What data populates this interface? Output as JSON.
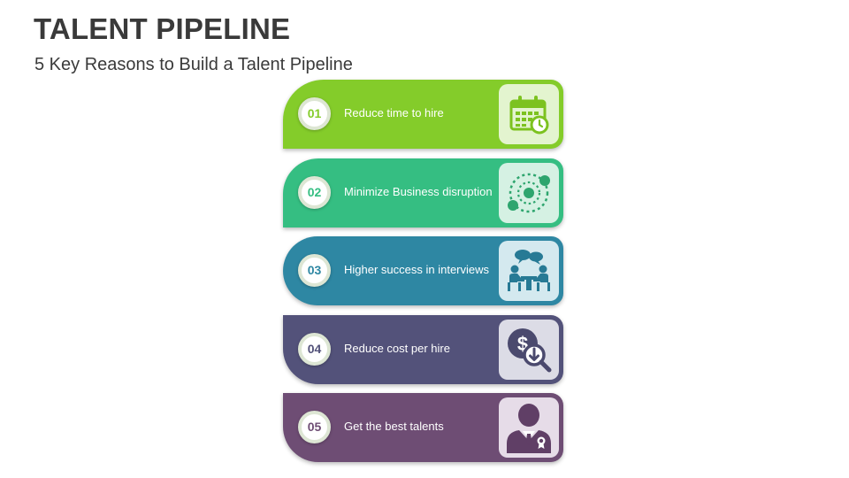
{
  "title": "TALENT PIPELINE",
  "subtitle": "5 Key Reasons to Build a Talent Pipeline",
  "steps": [
    {
      "number": "01",
      "label": "Reduce time to hire",
      "icon": "calendar-clock-icon",
      "color": "#84cc2a",
      "box": "#e3f4cf",
      "iconColor": "#7cc21f"
    },
    {
      "number": "02",
      "label": "Minimize Business disruption",
      "icon": "orbit-dots-icon",
      "color": "#35be82",
      "box": "#d5f1e3",
      "iconColor": "#2ea56e"
    },
    {
      "number": "03",
      "label": "Higher success in interviews",
      "icon": "interview-meeting-icon",
      "color": "#2e87a3",
      "box": "#d4e9ef",
      "iconColor": "#277a95"
    },
    {
      "number": "04",
      "label": "Reduce cost per hire",
      "icon": "dollar-magnifier-icon",
      "color": "#53527a",
      "box": "#dcdce6",
      "iconColor": "#4b4a6e"
    },
    {
      "number": "05",
      "label": "Get the best talents",
      "icon": "businessman-award-icon",
      "color": "#6e4d74",
      "box": "#e6dce8",
      "iconColor": "#603f66"
    }
  ]
}
